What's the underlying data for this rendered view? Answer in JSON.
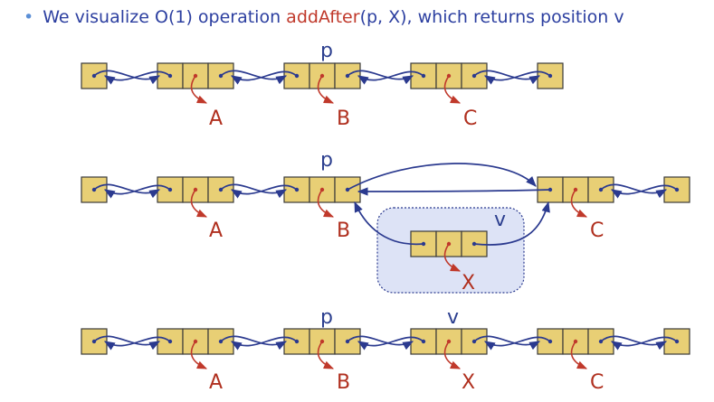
{
  "caption": {
    "before": "We visualize O(1) operation ",
    "keyword": "addAfter",
    "after": "(p, X), which returns position v"
  },
  "labels": {
    "p": "p",
    "v": "v",
    "A": "A",
    "B": "B",
    "C": "C",
    "X": "X"
  },
  "colors": {
    "node_fill": "#e8cf75",
    "node_stroke": "#3a3a3a",
    "link": "#2b3a8f",
    "element_pointer": "#c0392b",
    "highlight_fill": "#dde3f6",
    "highlight_stroke": "#2b3a8f"
  }
}
